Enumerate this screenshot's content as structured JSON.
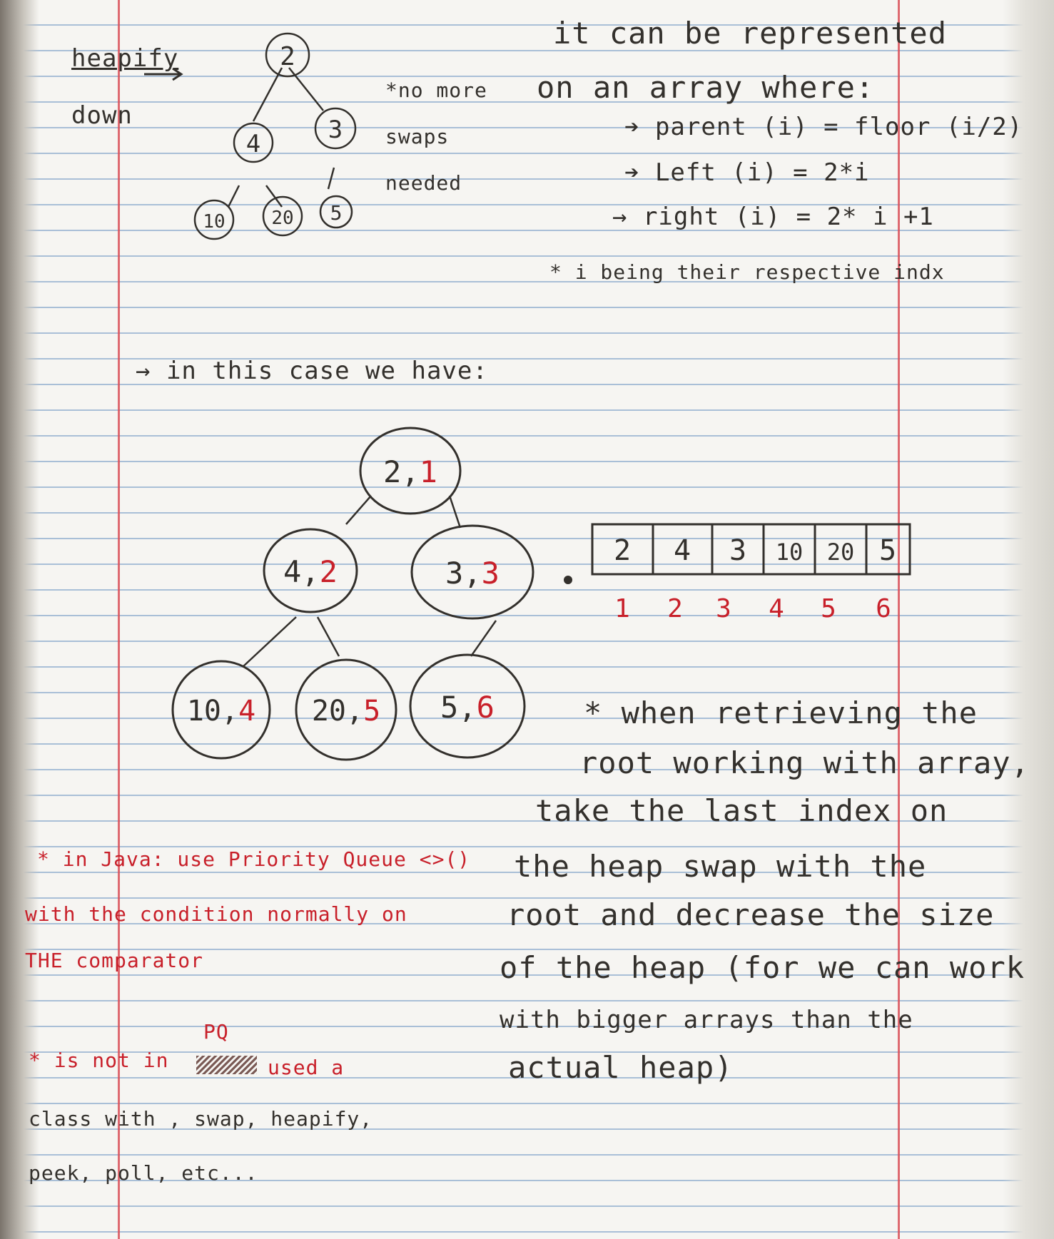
{
  "top_left": {
    "title": "heapify",
    "title2": "down",
    "tree": [
      "2",
      "4",
      "3",
      "10",
      "20",
      "5"
    ],
    "note": [
      "*no more",
      "swaps",
      "needed"
    ]
  },
  "array_rules": {
    "intro1": "it can be represented",
    "intro2": "on an array where:",
    "parent": "parent (i) = floor (i/2)",
    "left": "Left (i) = 2*i",
    "right": "right (i) = 2* i +1",
    "note": "* i being their respective indx"
  },
  "case_label": "in this case we have:",
  "big_tree": {
    "nodes": [
      {
        "value": "2",
        "index": "1"
      },
      {
        "value": "4",
        "index": "2"
      },
      {
        "value": "3",
        "index": "3"
      },
      {
        "value": "10",
        "index": "4"
      },
      {
        "value": "20",
        "index": "5"
      },
      {
        "value": "5",
        "index": "6"
      }
    ]
  },
  "array": {
    "cells": [
      "2",
      "4",
      "3",
      "10",
      "20",
      "5"
    ],
    "indices": [
      "1",
      "2",
      "3",
      "4",
      "5",
      "6"
    ]
  },
  "retrieve_note": [
    "* when retrieving the",
    "root working with array,",
    "take the last index on",
    "the heap swap with the",
    "root and decrease the size",
    "of the heap (for we can work",
    "with bigger arrays than the",
    "actual heap)"
  ],
  "java_note": [
    "* in Java: use Priority Queue <>()",
    "with the condition normally on",
    "THE comparator"
  ],
  "class_note": [
    "PQ",
    "* is not in",
    "used a",
    "class with , swap, heapify,",
    "peek, poll, etc..."
  ]
}
